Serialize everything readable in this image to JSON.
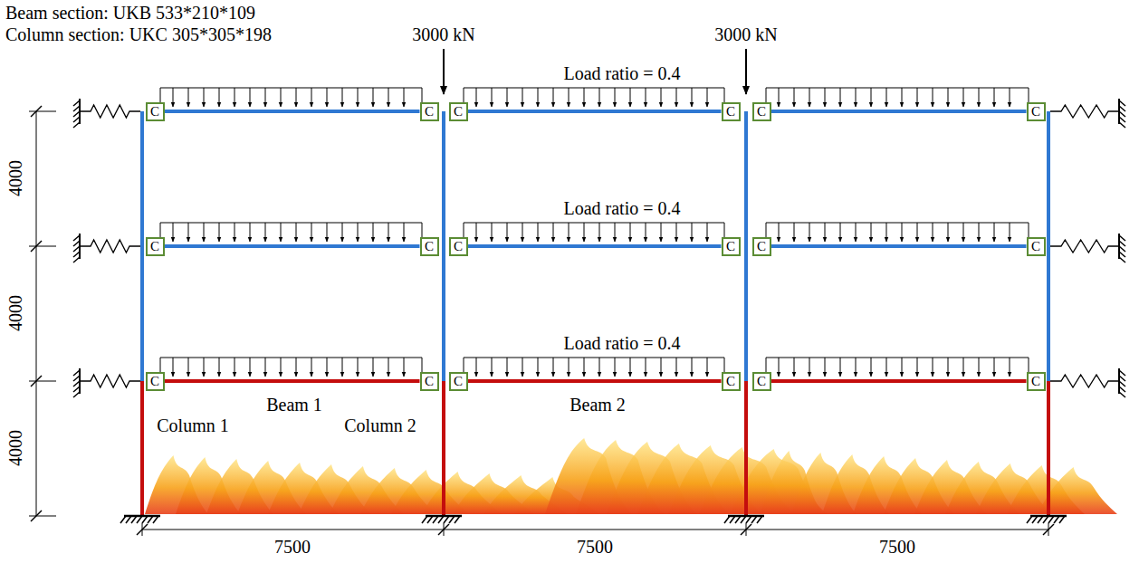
{
  "diagram": {
    "nodes": [
      {
        "text": [
          "C"
        ]
      },
      {
        "text": [
          "C"
        ]
      },
      {
        "text": [
          "C"
        ]
      },
      {
        "text": [
          "C"
        ]
      },
      {
        "text": [
          "C"
        ]
      },
      {
        "text": [
          "C"
        ]
      },
      {
        "text": [
          "C"
        ]
      },
      {
        "text": [
          "C"
        ]
      },
      {
        "text": [
          "C"
        ]
      },
      {
        "text": [
          "C"
        ]
      },
      {
        "text": [
          "C"
        ]
      },
      {
        "text": [
          "C"
        ]
      },
      {
        "text": [
          "C"
        ]
      },
      {
        "text": [
          "C"
        ]
      },
      {
        "text": [
          "C"
        ]
      },
      {
        "text": [
          "C"
        ]
      },
      {
        "text": [
          "C"
        ]
      },
      {
        "text": [
          "C"
        ]
      }
    ],
    "edges": [
      {
        "from": 0,
        "to": 1,
        "arrow": "none"
      },
      {
        "from": 2,
        "to": 3,
        "arrow": "none"
      },
      {
        "from": 4,
        "to": 5,
        "arrow": "none"
      },
      {
        "from": 6,
        "to": 7,
        "arrow": "none"
      },
      {
        "from": 8,
        "to": 9,
        "arrow": "none"
      },
      {
        "from": 10,
        "to": 11,
        "arrow": "none"
      },
      {
        "from": 12,
        "to": 13,
        "arrow": "none"
      },
      {
        "from": 14,
        "to": 15,
        "arrow": "none"
      },
      {
        "from": 16,
        "to": 17,
        "arrow": "none"
      }
    ],
    "labels": [
      "Beam section: UKB 533*210*109",
      "Column section: UKC 305*305*198",
      "3000 kN",
      "3000 kN",
      "Load ratio = 0.4",
      "Load ratio = 0.4",
      "Load ratio = 0.4",
      "4000",
      "4000",
      "4000",
      "Beam 1",
      "Beam 2",
      "Column 1",
      "Column 2",
      "7500",
      "7500",
      "7500"
    ]
  }
}
